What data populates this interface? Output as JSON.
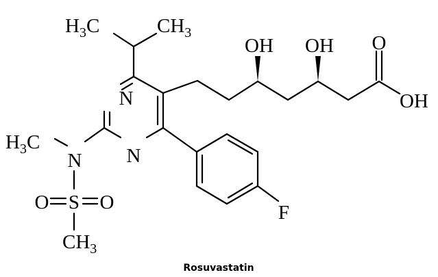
{
  "molecule": {
    "name": "Rosuvastatin",
    "atoms": {
      "ch3_isopropyl_left": {
        "symbol": "H",
        "sub": "3",
        "tail": "C"
      },
      "ch3_isopropyl_right": {
        "symbol": "CH",
        "sub": "3"
      },
      "n_ring_top": "N",
      "n_ring_bottom": "N",
      "ch3_amine": {
        "symbol": "H",
        "sub": "3",
        "tail": "C"
      },
      "n_amine": "N",
      "o_sulfonyl_left": "O",
      "s_sulfonyl": "S",
      "o_sulfonyl_right": "O",
      "ch3_sulfonyl": {
        "symbol": "CH",
        "sub": "3"
      },
      "oh_3": "OH",
      "oh_5": "OH",
      "o_carbonyl": "O",
      "oh_acid": "OH",
      "fluorine": "F"
    }
  },
  "colors": {
    "ink": "#000000",
    "background": "#ffffff"
  }
}
